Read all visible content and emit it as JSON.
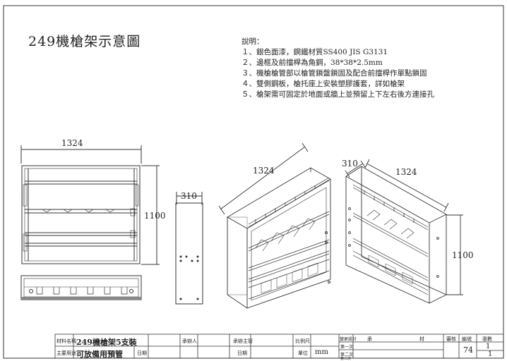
{
  "title": "249機槍架示意圖",
  "notes": {
    "heading": "說明：",
    "items": [
      "１、銀色面漆，鋼鐵材質SS400 JIS G3131",
      "２、邊框及前擋桿為角鋼，38*38*2.5mm",
      "３、機槍槍管部以槍管鎖盤鎖固及配合前擋桿作單點鎖固",
      "４、雙側鋼板，槍托座上安裝塑膠護套，詳如槍架",
      "５、槍架需可固定於地面或牆上並預留上下左右後方連接孔"
    ]
  },
  "dimensions": {
    "front_width": "1324",
    "front_height": "1100",
    "side_depth": "310",
    "iso_width": "1324",
    "iso2_depth": "310",
    "iso2_width": "1324",
    "iso2_height": "1100"
  },
  "title_block": {
    "name_label": "材料名稱",
    "name_value": "249機槍架5支裝",
    "purpose_label": "主要用途",
    "purpose_value": "可放備用預管",
    "date_label": "日期",
    "approve_label": "承辦人",
    "check_label": "承辦主管",
    "draw_label": "比例尺",
    "unit_label": "單位",
    "unit_value": "mm",
    "rev1": "第一次",
    "rev2": "第二次",
    "rev3": "第三次",
    "revise_label": "變更設計",
    "col_a": "承",
    "col_b": "材",
    "col_c": "審核",
    "col_d": "編號",
    "col_e": "張數",
    "number_value": "74",
    "sheet_top": "1",
    "sheet_bottom": "1"
  }
}
